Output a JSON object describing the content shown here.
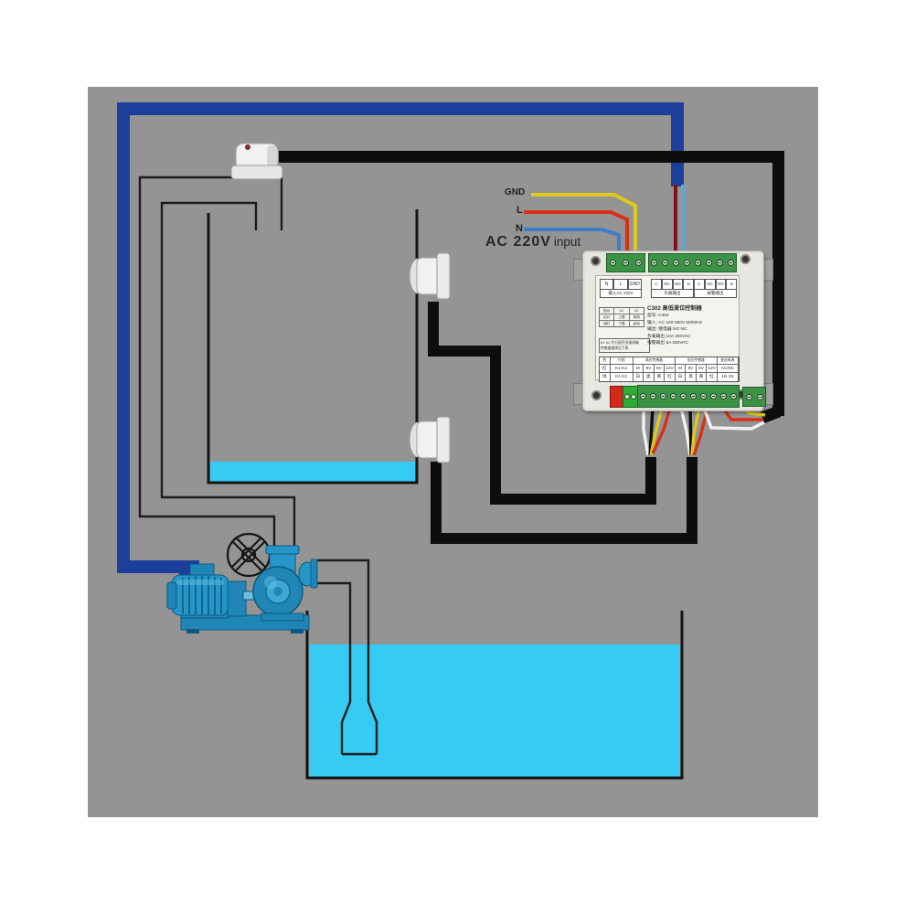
{
  "power_labels": {
    "gnd": "GND",
    "live": "L",
    "neutral": "N",
    "ac_main": "AC  220V",
    "ac_sub": "input"
  },
  "controller": {
    "input_terminals": [
      "N",
      "L",
      "GND"
    ],
    "input_caption": "输入AC 220V",
    "output_terminals": [
      "C",
      "NC",
      "NO",
      "N",
      "C",
      "NC",
      "NO",
      "N"
    ],
    "output_captions": [
      "负载输出",
      "报警输出"
    ],
    "title": "C302 高低液位控制器",
    "specs": [
      "型号: C302",
      "输入: AC 100-260V 50/60Hz",
      "输出: 继电器 NO NC",
      "负载输出 10A 250VAC",
      "报警输出 5A 250VAC"
    ],
    "mini_table": {
      "rows": [
        [
          "指示",
          "K1",
          "K2"
        ],
        [
          "红灯",
          "上限",
          "停机"
        ],
        [
          "绿灯",
          "下限",
          "启动"
        ]
      ]
    },
    "note_lines": [
      "K1 K2 为行程开关接线端",
      "传感器接线见下表"
    ],
    "bottom_table": {
      "headers": [
        "色",
        "行程",
        "高位传感器",
        "低位传感器",
        "变送电源"
      ],
      "row1": [
        "红",
        "K1-K2",
        "M",
        "9V",
        "5V",
        "12V",
        "M",
        "9V",
        "5V",
        "12V",
        "AC/DC"
      ],
      "row2": [
        "绿",
        "K1 K2",
        "白",
        "黑",
        "黄",
        "红",
        "白",
        "黑",
        "黄",
        "红",
        "1N 1N"
      ]
    }
  },
  "colors": {
    "bg": "#ffffff",
    "canvas": "#949494",
    "water": "#35cbf2",
    "line": "#1c1c1c",
    "cable_black": "#0d0d0d",
    "cable_navy": "#1d3f9c",
    "wire_yellow": "#dcc91c",
    "wire_red": "#d83018",
    "wire_blue": "#3f7dc6",
    "wire_darkred": "#7c1414",
    "wire_lightblue": "#58aadc",
    "wire_white": "#f2f2f2",
    "pcb_green": "#3c9347",
    "block_red": "#d42a1e",
    "block_green": "#2eae35",
    "pump_teal": "#2496c8",
    "pump_mid": "#1f86b6",
    "pump_dark": "#0c5a82",
    "pump_light": "#5ec0e2",
    "device_body": "#e7e7e2",
    "label_bg": "#f4f3ee"
  }
}
